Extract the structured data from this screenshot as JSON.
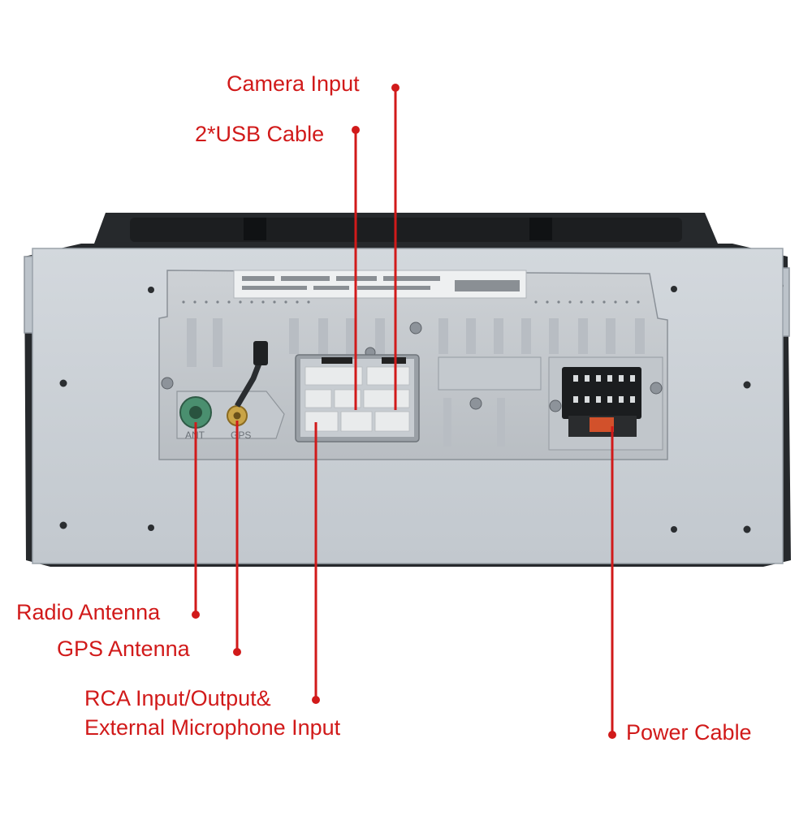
{
  "labels": {
    "camera_input": "Camera Input",
    "usb_cable": "2*USB Cable",
    "radio_antenna": "Radio Antenna",
    "gps_antenna": "GPS Antenna",
    "rca_line1": "RCA Input/Output&",
    "rca_line2": "External Microphone Input",
    "power_cable": "Power Cable"
  },
  "port_markings": {
    "ant": "ANT",
    "gps": "GPS"
  },
  "colors": {
    "accent": "#d11a1a",
    "chassis": "#c8ced4",
    "frame": "#2a2d30"
  }
}
